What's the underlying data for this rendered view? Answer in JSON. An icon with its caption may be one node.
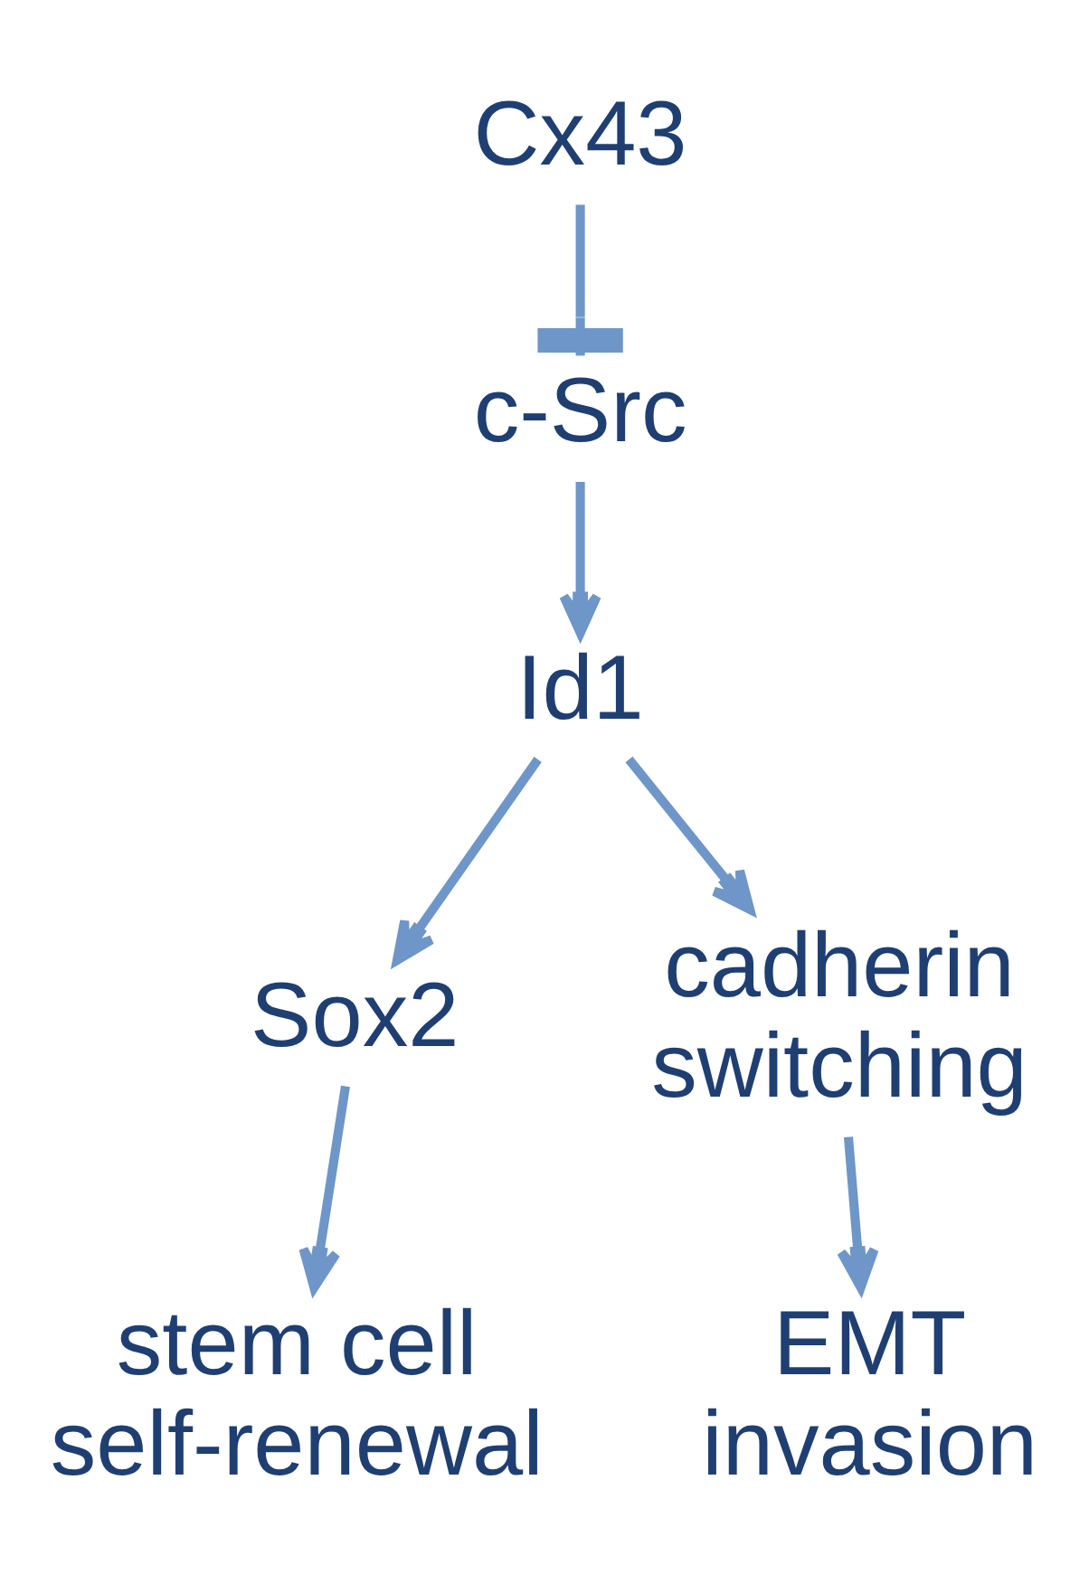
{
  "diagram": {
    "nodes": [
      {
        "text": [
          "Cx43"
        ]
      },
      {
        "text": [
          "c-Src"
        ]
      },
      {
        "text": [
          "Id1"
        ]
      },
      {
        "text": [
          "Sox2"
        ]
      },
      {
        "text": [
          "cadherin switching"
        ]
      },
      {
        "text": [
          "stem cell self-renewal"
        ]
      },
      {
        "text": [
          "EMT invasion"
        ]
      }
    ],
    "edges": [
      {
        "from": 0,
        "to": 1,
        "arrow": "other"
      },
      {
        "from": 1,
        "to": 2,
        "arrow": "to"
      },
      {
        "from": 2,
        "to": 3,
        "arrow": "to"
      },
      {
        "from": 2,
        "to": 4,
        "arrow": "to"
      },
      {
        "from": 3,
        "to": 5,
        "arrow": "to"
      },
      {
        "from": 4,
        "to": 6,
        "arrow": "to"
      }
    ]
  }
}
